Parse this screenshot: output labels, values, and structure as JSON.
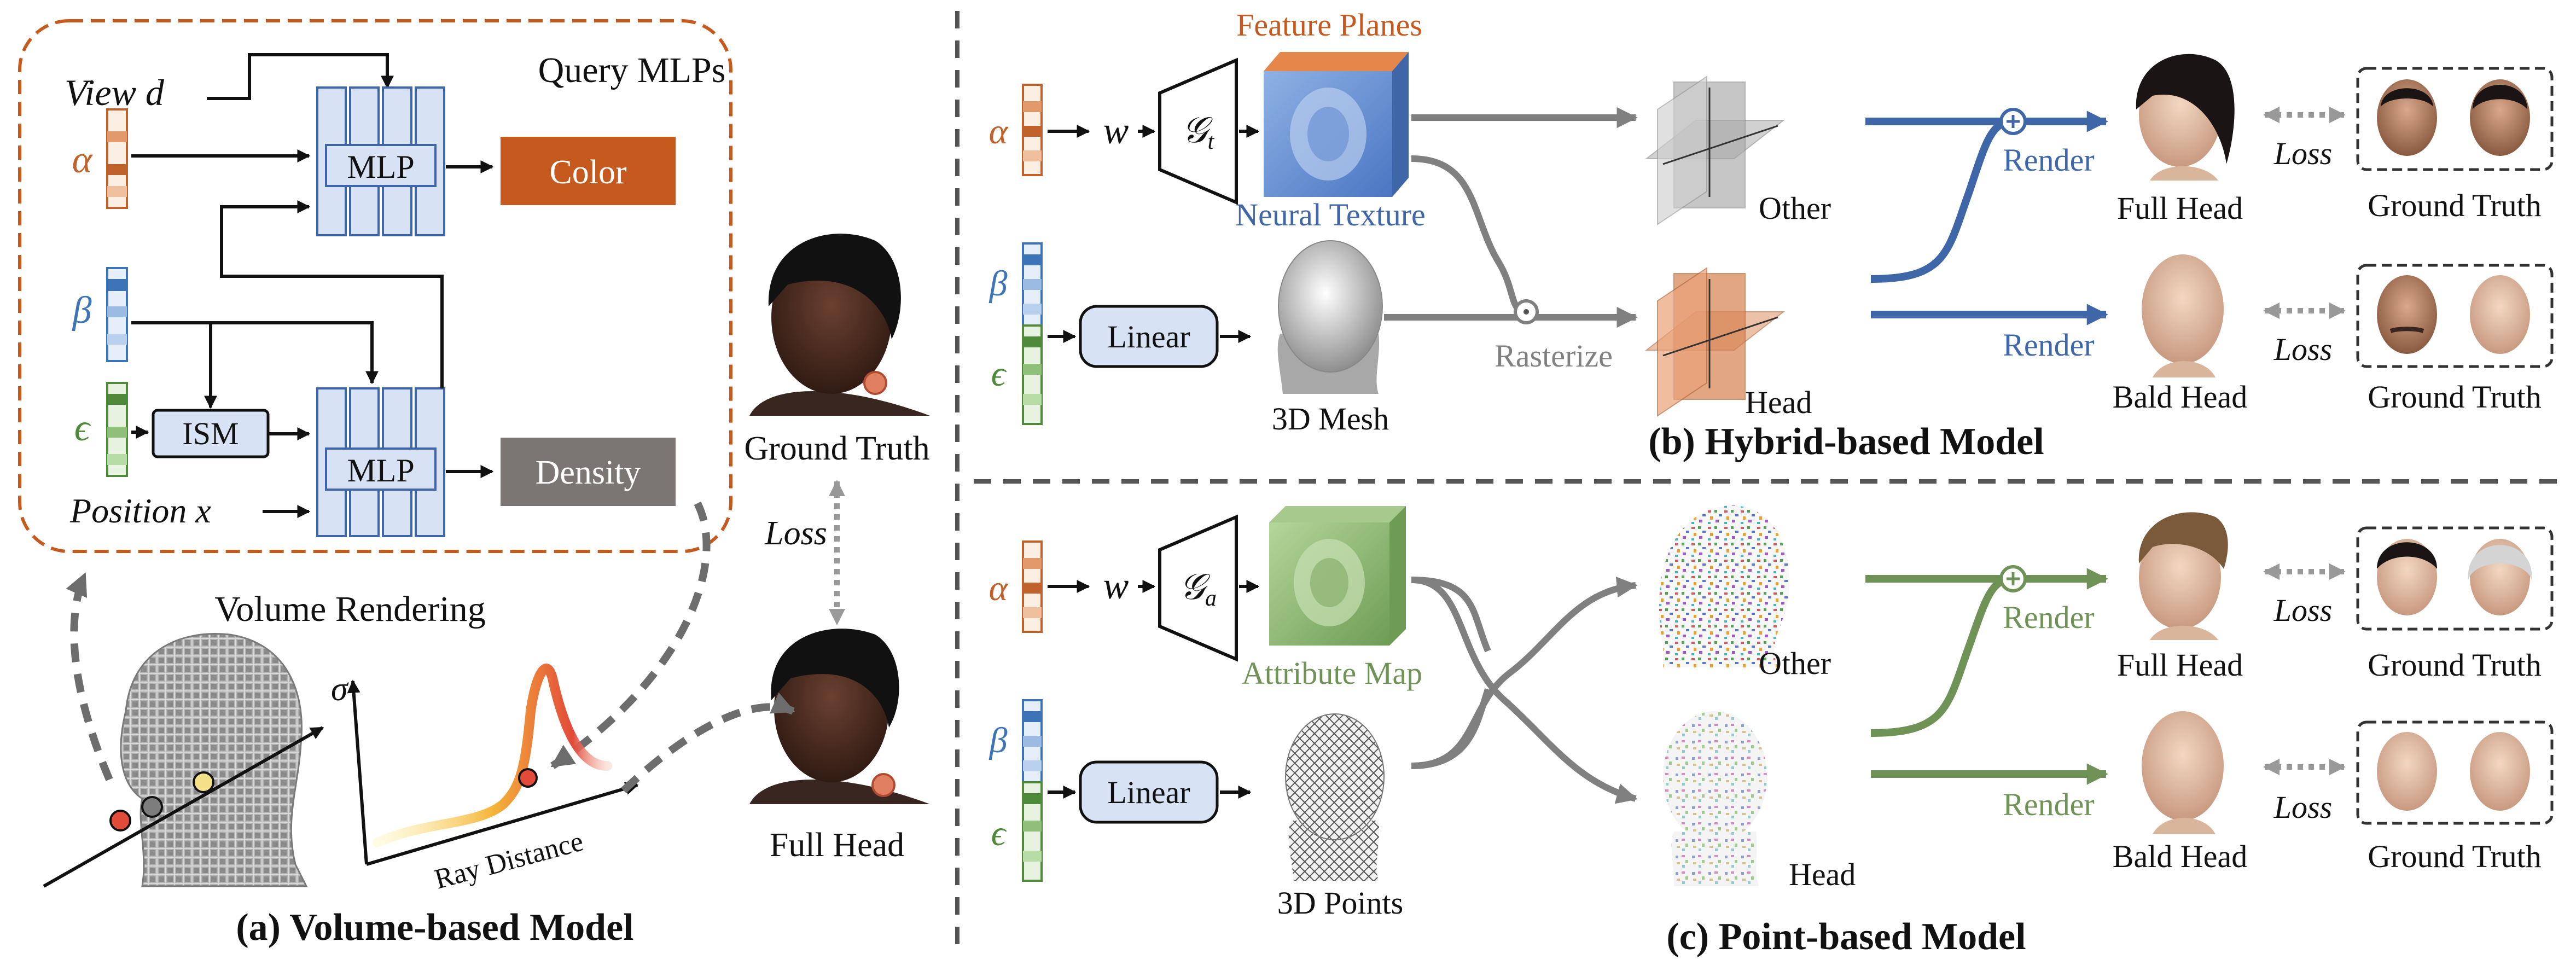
{
  "colors": {
    "alpha": "#c0622b",
    "beta": "#3d74b8",
    "epsilon": "#4e8a3a",
    "orange": "#c65a1e",
    "blue": "#3f67a8",
    "green": "#6f9356",
    "gray": "#808080",
    "mlp_fill": "#d7e3f4",
    "dashed": "#6d6d6d"
  },
  "panel_a": {
    "query_mlps_label": "Query MLPs",
    "view_label": "View d",
    "position_label": "Position x",
    "alpha": "α",
    "beta": "β",
    "epsilon": "ϵ",
    "mlp1": "MLP",
    "mlp2": "MLP",
    "color_box": "Color",
    "density_box": "Density",
    "ism_box": "ISM",
    "volume_rendering": "Volume Rendering",
    "sigma": "σ",
    "ray_distance": "Ray Distance",
    "ground_truth": "Ground Truth",
    "loss": "Loss",
    "full_head": "Full Head",
    "caption": "(a) Volume-based Model"
  },
  "panel_b": {
    "alpha": "α",
    "beta": "β",
    "epsilon": "ϵ",
    "w": "w",
    "generator": "𝒢",
    "generator_sub": "t",
    "feature_planes": "Feature Planes",
    "neural_texture": "Neural Texture",
    "linear": "Linear",
    "mesh": "3D Mesh",
    "rasterize": "Rasterize",
    "other": "Other",
    "head": "Head",
    "render_top": "Render",
    "render_bottom": "Render",
    "full_head": "Full Head",
    "bald_head": "Bald Head",
    "loss_top": "Loss",
    "loss_bottom": "Loss",
    "gt_top": "Ground Truth",
    "gt_bottom": "Ground Truth",
    "caption": "(b) Hybrid-based Model"
  },
  "panel_c": {
    "alpha": "α",
    "beta": "β",
    "epsilon": "ϵ",
    "w": "w",
    "generator": "𝒢",
    "generator_sub": "a",
    "attribute_map": "Attribute Map",
    "linear": "Linear",
    "points": "3D Points",
    "other": "Other",
    "head": "Head",
    "render_top": "Render",
    "render_bottom": "Render",
    "full_head": "Full Head",
    "bald_head": "Bald Head",
    "loss_top": "Loss",
    "loss_bottom": "Loss",
    "gt_top": "Ground Truth",
    "gt_bottom": "Ground Truth",
    "caption": "(c) Point-based Model"
  }
}
